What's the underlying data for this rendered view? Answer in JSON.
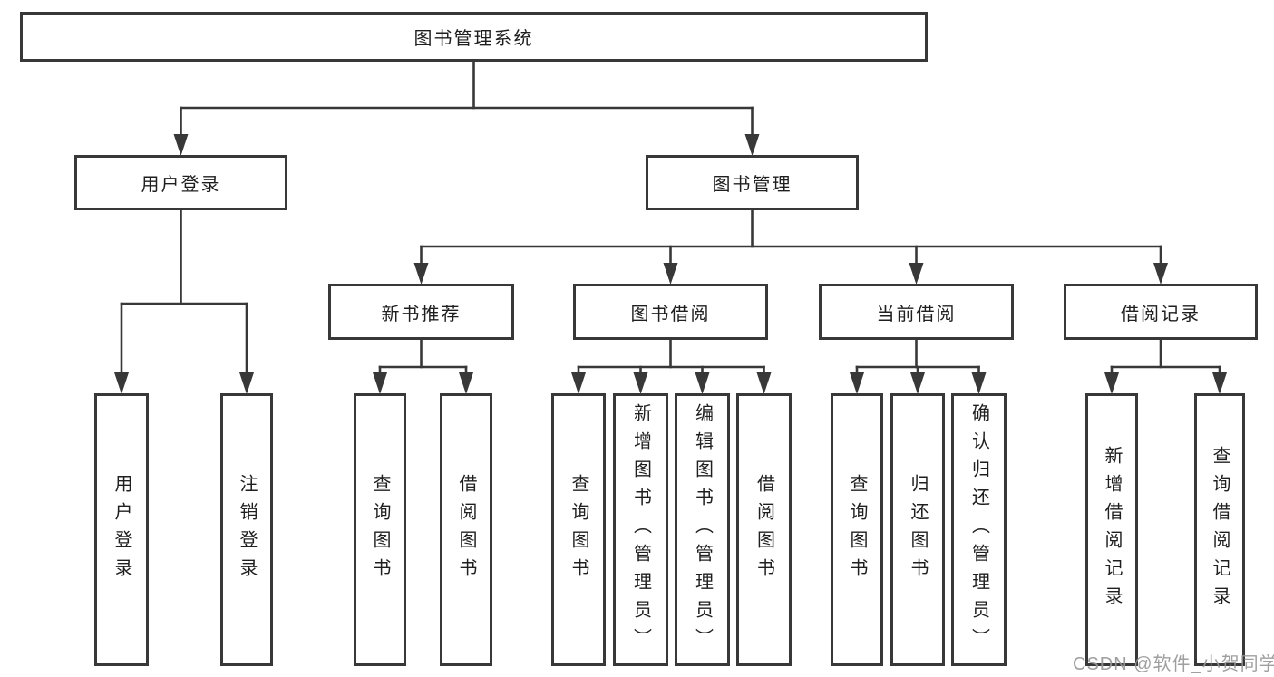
{
  "tree": {
    "root": "图书管理系统",
    "branches": [
      {
        "label": "用户登录",
        "leaves": [
          "用户登录",
          "注销登录"
        ]
      },
      {
        "label": "图书管理",
        "groups": [
          {
            "label": "新书推荐",
            "leaves": [
              "查询图书",
              "借阅图书"
            ]
          },
          {
            "label": "图书借阅",
            "leaves": [
              "查询图书",
              "新增图书（管理员）",
              "编辑图书（管理员）",
              "借阅图书"
            ]
          },
          {
            "label": "当前借阅",
            "leaves": [
              "查询图书",
              "归还图书",
              "确认归还（管理员）"
            ]
          },
          {
            "label": "借阅记录",
            "leaves": [
              "新增借阅记录",
              "查询借阅记录"
            ]
          }
        ]
      }
    ]
  },
  "watermark": "CSDN @软件_小贺同学",
  "colors": {
    "line": "#383838",
    "text": "#1f1f1f",
    "watermark": "#979797",
    "background": "#ffffff"
  }
}
